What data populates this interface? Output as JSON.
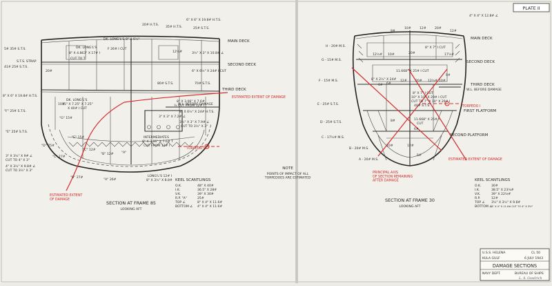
{
  "plate": "PLATE II",
  "left": {
    "decks": [
      "MAIN DECK",
      "SECOND DECK",
      "THIRD DECK"
    ],
    "wl": "W.L. BEFORE DAMAGE",
    "damage_extent_top": "ESTIMATED EXTENT OF DAMAGE",
    "damage_extent_bottom": "ESTIMATED EXTENT\nOF DAMAGE",
    "torpedo": "TORPEDO III",
    "caption": "SECTION AT FRAME 85",
    "caption_sub": "LOOKING AFT",
    "labels": [
      "20# H.T.S.",
      "35# H.T.S.",
      "25# S.T.S.",
      "6\" X 6\" X 19.8# H.T.S.",
      "DK. LONG'L'S 8\" X 6½\"",
      "F 26# I CUT",
      "DK. LONG'L'S",
      "8\" X 4.863\" X 17# I",
      "CUT TO T",
      "12½#",
      "3½\" X 3\" X 10.8# ∠",
      "6\" X 6½\" X 24# I CUT",
      "80# S.T.S.",
      "70# S.T.S.",
      "5# 35# S.T.S.",
      "41# 25# S.T.S.",
      "S.T.S. STRAP",
      "20#",
      "8\" X 6\" X 19.8# H.T.S.",
      "DK. LONG'L'S",
      "15\" X 7.25\" X 7.25\"",
      "X 40# I CUT",
      "10#",
      "8\" X 3.06\" X 7.6#",
      "½ CUT FROM 12# I",
      "8\" X 6½\" X 24# H.T.S.",
      "3½\" X 3\" X 7.9# ∠",
      "CUT TO 3½\" X 3\"",
      "3\" X 3\" X 7.2# ∠",
      "\"F\" 25# S.T.S.",
      "\"E\" 25# S.T.S.",
      "\"G\" 15#",
      "\"E\" 15#",
      "\"D\" 25#",
      "\"C\" 27#",
      "INTERMEDIATES",
      "8\" X 3.06\" X 7.6# T",
      "CUT FROM 12# I",
      "\"C\" 12#",
      "\"B\" 12#",
      "\"A\"",
      "3\" X 3½\" X 9# ∠",
      "CUT TO 4\" X 3\"",
      "4\" X 3½\" X 9.8# ∠",
      "CUT TO 3½\" X 3\"",
      "\"B\" 27#",
      "\"A\" 26#",
      "LONG'L'S 12# I",
      "8\" X 3½\" X 8.8#"
    ],
    "keel": {
      "title": "KEEL SCANTLINGS",
      "rows": [
        [
          "O.K.",
          "48\" X 40#"
        ],
        [
          "I.K.",
          "36.5\" X 28#"
        ],
        [
          "V.K.",
          "39\" X 30#"
        ],
        [
          "R.P. \"A\"",
          "25#"
        ],
        [
          "TOP ∠",
          "8\" X 4\" X 11.6#"
        ],
        [
          "BOTTOM ∠",
          "4\" X 4\" X 11.6#"
        ]
      ]
    }
  },
  "note": {
    "title": "NOTE",
    "text": "POINTS OF IMPACT OF ALL\nTORPEDOES ARE ESTIMATED"
  },
  "right": {
    "decks": [
      "MAIN DECK",
      "SECOND DECK",
      "THIRD DECK",
      "FIRST PLATFORM",
      "SECOND PLATFORM"
    ],
    "wl": "W.L. BEFORE DAMAGE",
    "torpedo": "TORPEDO I",
    "axis": "PRINCIPAL AXIS\nOF SECTION REMAINING\nAFTER DAMAGE",
    "damage_extent": "ESTIMATED EXTENT OF DAMAGE",
    "caption": "SECTION AT FRAME 30",
    "caption_sub": "LOOKING AFT",
    "labels": [
      "4\" X 4\" X 12.8# ∠",
      "8#",
      "10#",
      "12#",
      "20#",
      "12#",
      "H - 20# M.S.",
      "G - 15# M.S.",
      "F - 15# M.S.",
      "E - 25# S.T.S.",
      "D - 25# S.T.S.",
      "C - 17½# M.S.",
      "B - 20# M.S.",
      "A - 20# M.S.",
      "8\" X 7\" I CUT",
      "12½#",
      "10#",
      "20#",
      "17½#",
      "11.668\" X 25# I CUT",
      "8\" X 2½\" X 24#",
      "6#",
      "6#",
      "12#",
      "20#",
      "12½#",
      "10#",
      "9#",
      "8\" X 7\" I CUT",
      "10\" X 10\" X 29# I CUT",
      "CUT TO 7\" X 10\" X 29# I",
      "40# S.T.S.",
      "11.668\" X 25# I",
      "CUT",
      "8#",
      "6#",
      "10#",
      "12#",
      "5#"
    ],
    "keel": {
      "title": "KEEL SCANTLINGS",
      "rows": [
        [
          "O.K.",
          "30#"
        ],
        [
          "I.K.",
          "38.5\" X 23⅛#"
        ],
        [
          "V.K.",
          "39\" X 22⅛#"
        ],
        [
          "R.P.",
          "12#"
        ],
        [
          "TOP ∠",
          "3½\" X 3½\" X 9.8#"
        ],
        [
          "BOTTOM ∠",
          "4\" X 4\" X 11.6# CUT TO 4\" X 3½\""
        ]
      ]
    }
  },
  "title_block": {
    "ship": "U.S.S. HELENA",
    "cl": "CL 50",
    "place": "KULA GULF",
    "date": "6 JULY 1943",
    "title": "DAMAGE SECTIONS",
    "dept": "NAVY DEPT.",
    "bureau": "BUREAU OF SHIPS",
    "signature": "L. A. Goodrich"
  },
  "colors": {
    "ink": "#2a2a2a",
    "damage": "#d52b2b",
    "paper": "#f1f0ea"
  }
}
